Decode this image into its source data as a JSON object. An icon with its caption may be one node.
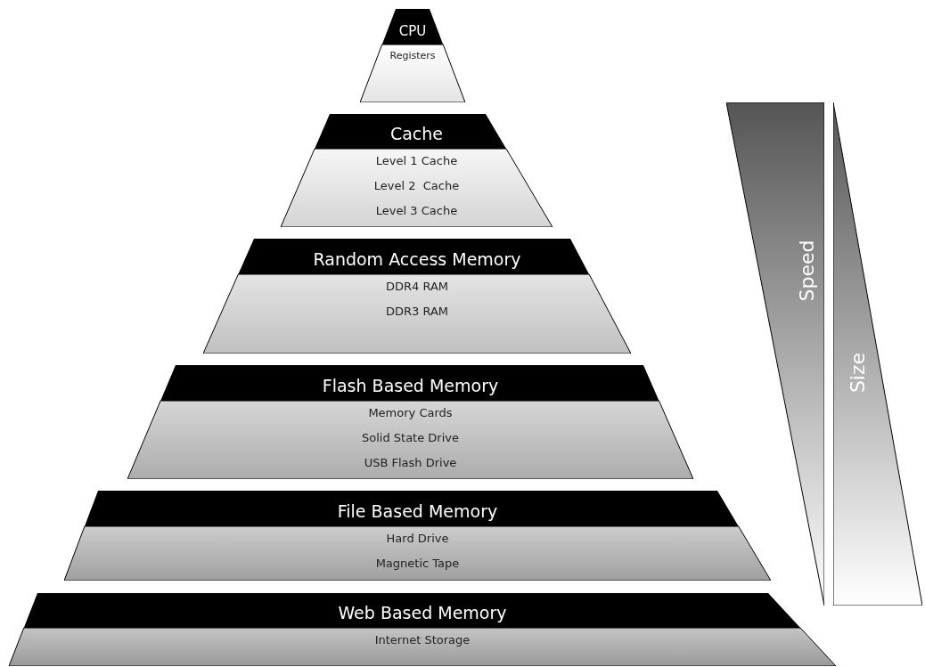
{
  "diagram": {
    "nodes": [
      {
        "text": [
          "CPU",
          "Registers"
        ]
      },
      {
        "text": [
          "Cache",
          "Level 1 Cache",
          "Level 2  Cache",
          "Level 3 Cache"
        ]
      },
      {
        "text": [
          "Random Access Memory",
          "DDR4 RAM",
          "DDR3 RAM"
        ]
      },
      {
        "text": [
          "Flash Based Memory",
          "Memory Cards",
          "Solid State Drive",
          "USB Flash Drive"
        ]
      },
      {
        "text": [
          "File Based Memory",
          "Hard Drive",
          "Magnetic Tape"
        ]
      },
      {
        "text": [
          "Web Based Memory",
          "Internet Storage"
        ]
      },
      {
        "text": [
          "Speed"
        ]
      },
      {
        "text": [
          "Size"
        ]
      }
    ]
  }
}
